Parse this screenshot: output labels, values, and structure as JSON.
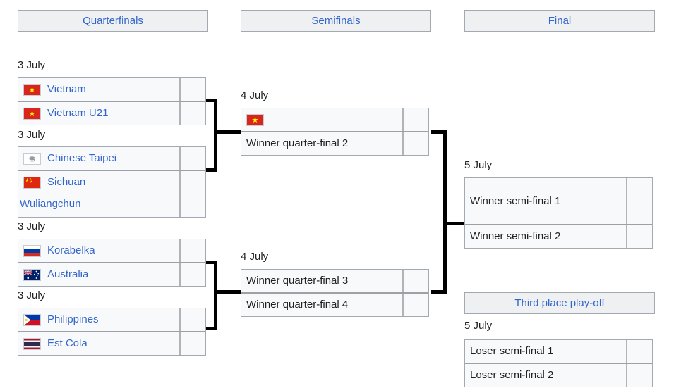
{
  "colors": {
    "link_blue": "#3366cc",
    "text": "#202122",
    "row_background": "#f8f9fa",
    "table_border": "#a2a9b1",
    "header_background": "#eef0f2",
    "connector": "#000000"
  },
  "rounds": {
    "quarterfinals": {
      "header": "Quarterfinals",
      "matches": [
        {
          "date": "3 July",
          "teams": [
            {
              "name": "Vietnam",
              "flag": "vietnam",
              "score": ""
            },
            {
              "name": "Vietnam U21",
              "flag": "vietnam",
              "score": ""
            }
          ]
        },
        {
          "date": "3 July",
          "teams": [
            {
              "name": "Chinese Taipei",
              "flag": "chinese-taipei",
              "score": ""
            },
            {
              "name": "Sichuan Wuliangchun",
              "flag": "china",
              "score": ""
            }
          ]
        },
        {
          "date": "3 July",
          "teams": [
            {
              "name": "Korabelka",
              "flag": "russia",
              "score": ""
            },
            {
              "name": "Australia",
              "flag": "australia",
              "score": ""
            }
          ]
        },
        {
          "date": "3 July",
          "teams": [
            {
              "name": "Philippines",
              "flag": "philippines",
              "score": ""
            },
            {
              "name": "Est Cola",
              "flag": "thailand",
              "score": ""
            }
          ]
        }
      ]
    },
    "semifinals": {
      "header": "Semifinals",
      "matches": [
        {
          "date": "4 July",
          "teams": [
            {
              "name": "",
              "flag": "vietnam",
              "score": ""
            },
            {
              "name": "Winner quarter-final 2",
              "flag": null,
              "score": ""
            }
          ]
        },
        {
          "date": "4 July",
          "teams": [
            {
              "name": "Winner quarter-final 3",
              "flag": null,
              "score": ""
            },
            {
              "name": "Winner quarter-final 4",
              "flag": null,
              "score": ""
            }
          ]
        }
      ]
    },
    "final": {
      "header": "Final",
      "matches": [
        {
          "date": "5 July",
          "teams": [
            {
              "name": "Winner semi-final 1",
              "flag": null,
              "score": ""
            },
            {
              "name": "Winner semi-final 2",
              "flag": null,
              "score": ""
            }
          ]
        }
      ]
    },
    "third_place": {
      "header": "Third place play-off",
      "matches": [
        {
          "date": "5 July",
          "teams": [
            {
              "name": "Loser semi-final 1",
              "flag": null,
              "score": ""
            },
            {
              "name": "Loser semi-final 2",
              "flag": null,
              "score": ""
            }
          ]
        }
      ]
    }
  }
}
